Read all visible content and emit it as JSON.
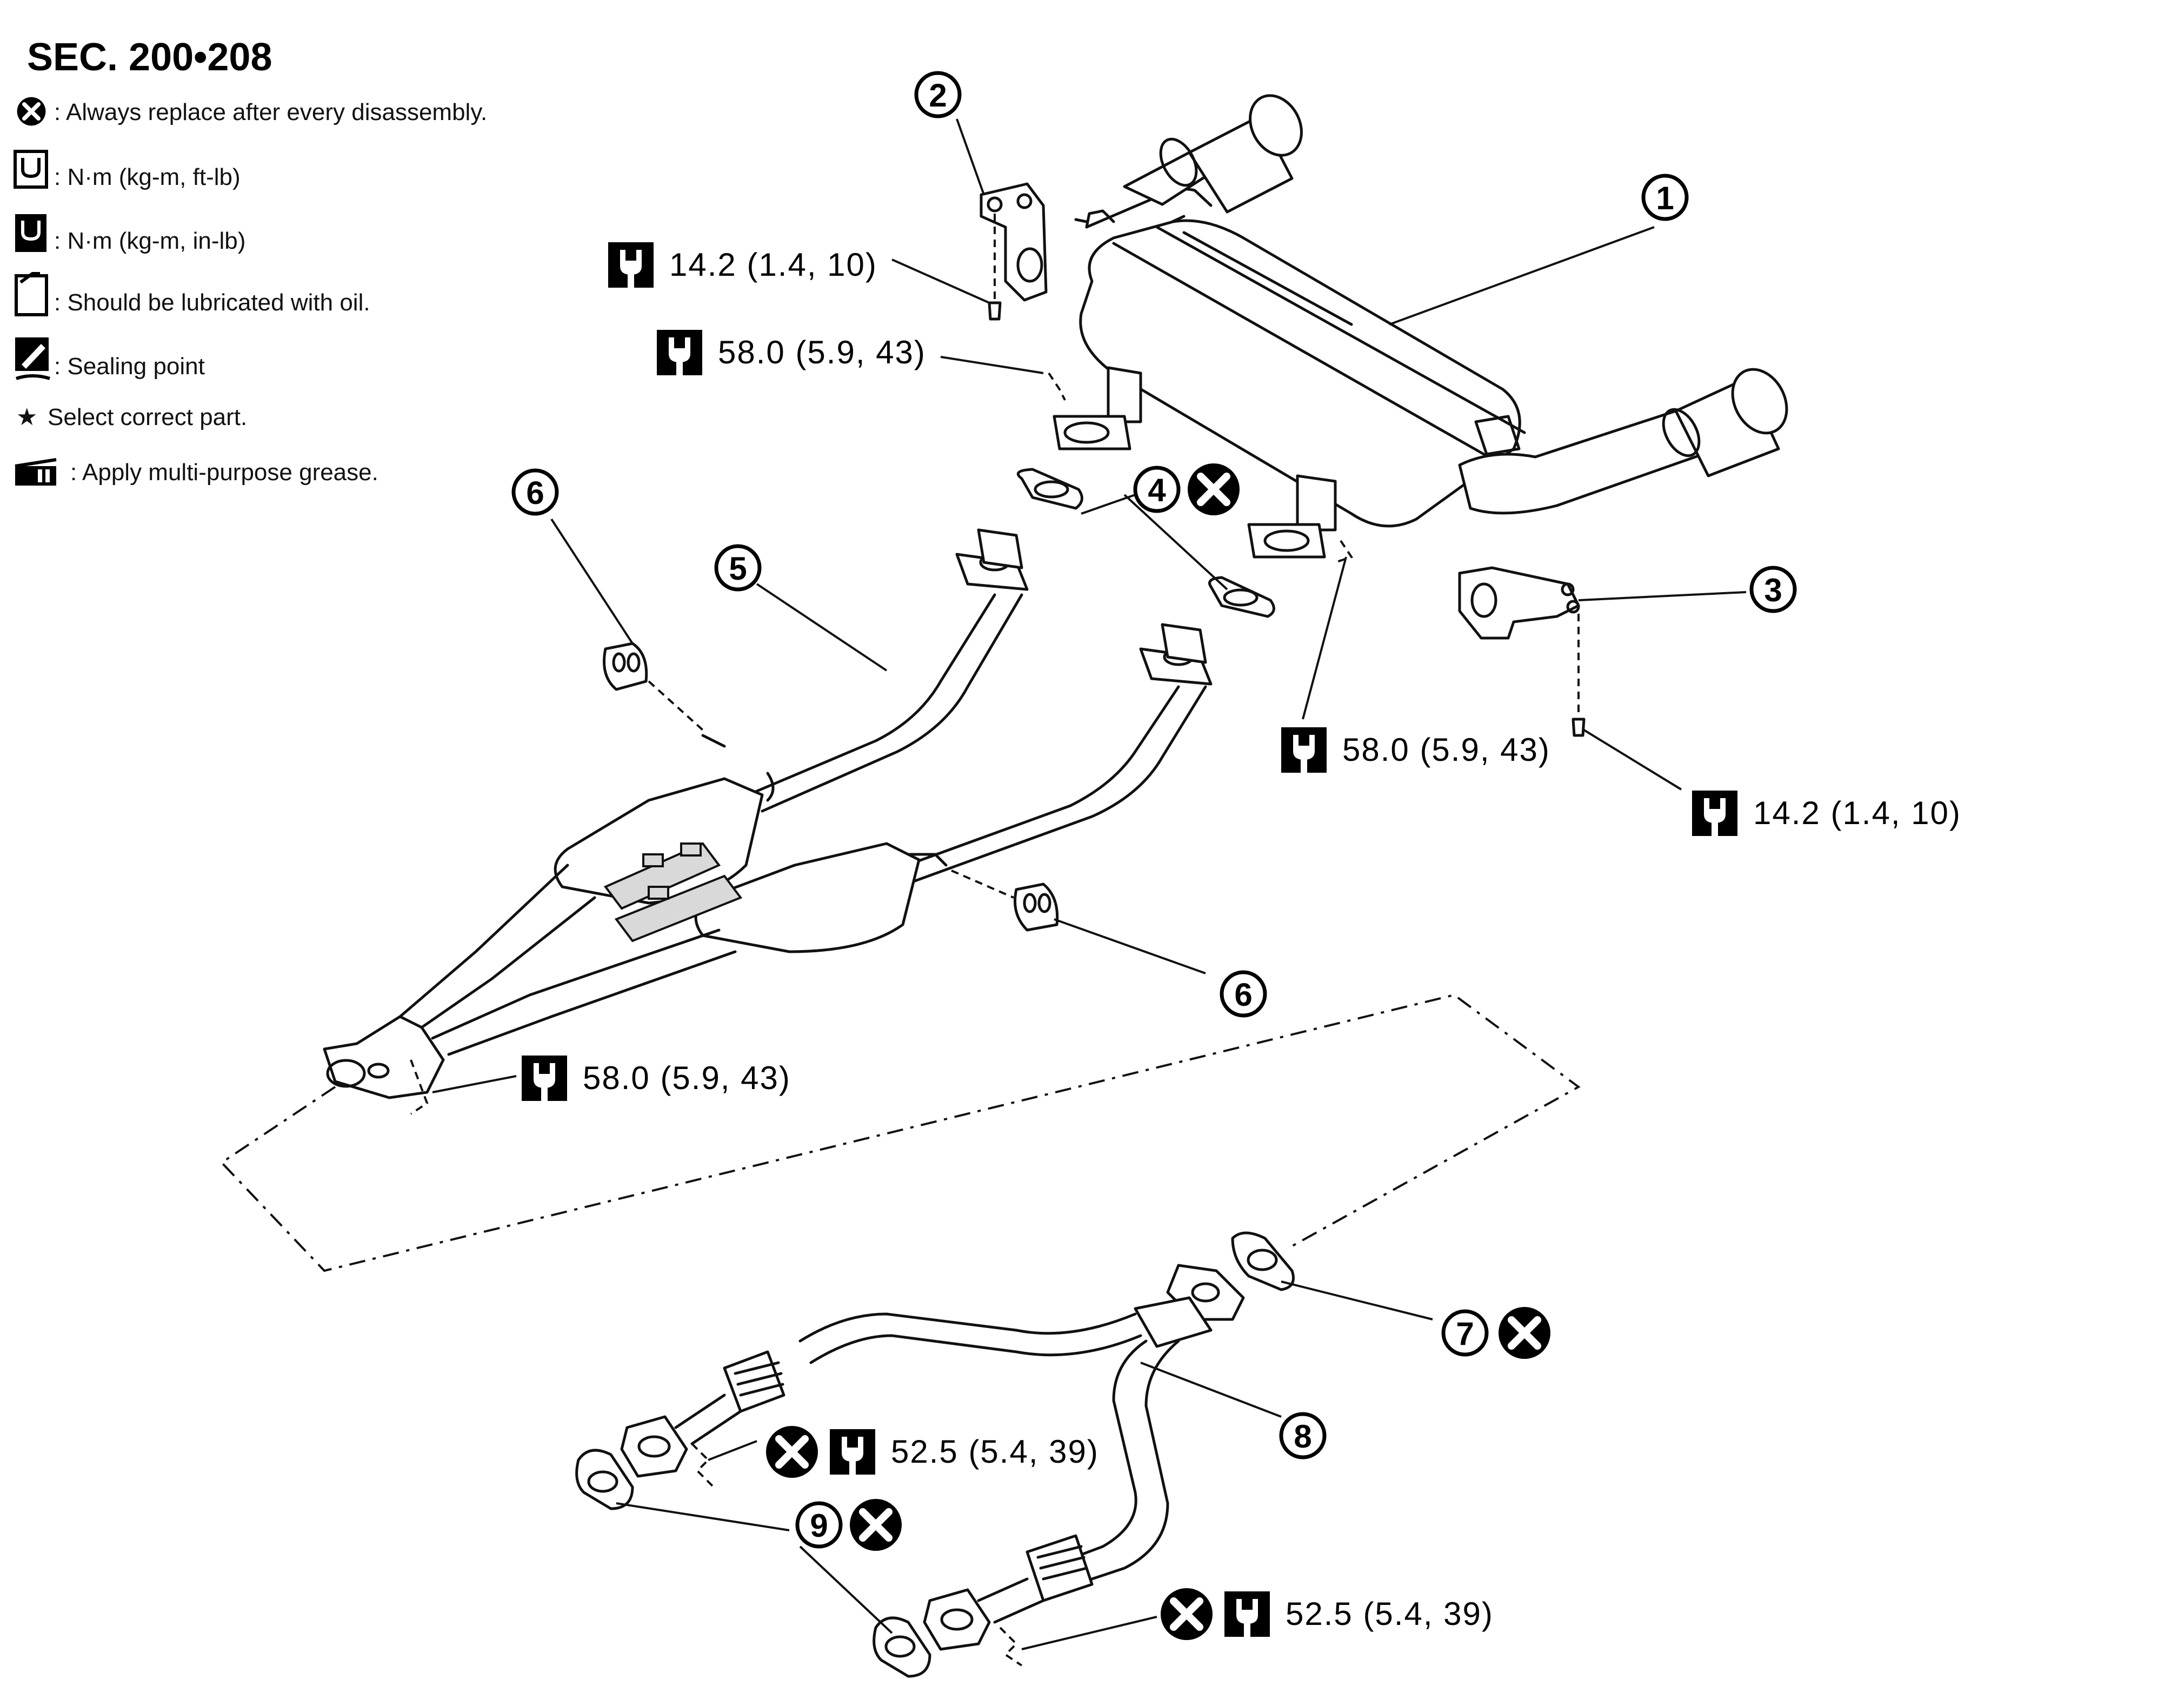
{
  "section_title": "SEC. 200•208",
  "legend": [
    {
      "icon": "replace-x-icon",
      "text": ": Always replace after every disassembly."
    },
    {
      "icon": "torque-wrench-icon",
      "text": ": N·m (kg-m, ft-lb)"
    },
    {
      "icon": "torque-wrench-filled-icon",
      "text": ": N·m (kg-m, in-lb)"
    },
    {
      "icon": "oil-can-icon",
      "text": ": Should be lubricated with oil."
    },
    {
      "icon": "sealing-point-icon",
      "text": ": Sealing point"
    },
    {
      "icon": "star-icon",
      "symbol": "★",
      "text": "Select correct part."
    },
    {
      "icon": "grease-icon",
      "text": ": Apply multi-purpose grease."
    }
  ],
  "torque_specs": {
    "muffler_hanger_2": "14.2 (1.4, 10)",
    "muffler_flange_left": "58.0 (5.9, 43)",
    "muffler_flange_right": "58.0 (5.9, 43)",
    "muffler_hanger_3": "14.2 (1.4, 10)",
    "center_tube_front": "58.0 (5.9, 43)",
    "front_tube_upper": "52.5 (5.4, 39)",
    "front_tube_lower": "52.5 (5.4, 39)"
  },
  "callouts": {
    "c1": "1",
    "c2": "2",
    "c3": "3",
    "c4": "4",
    "c5": "5",
    "c6a": "6",
    "c6b": "6",
    "c7": "7",
    "c8": "8",
    "c9": "9"
  }
}
